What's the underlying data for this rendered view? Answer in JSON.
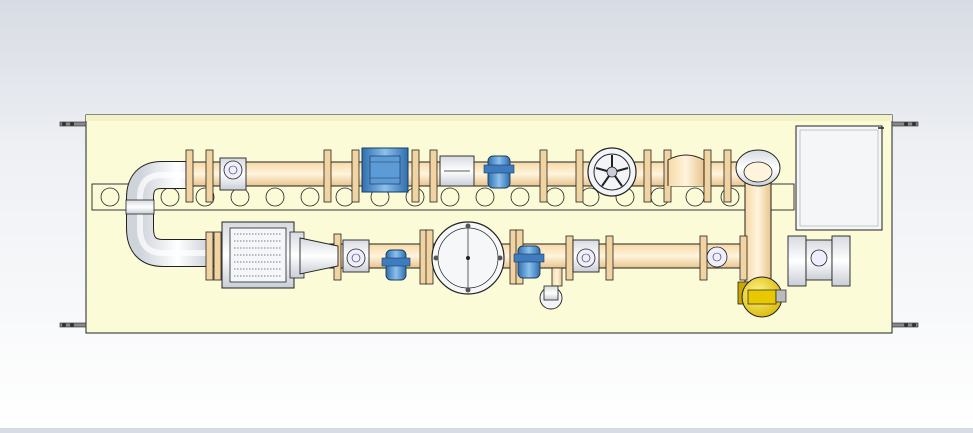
{
  "scene": {
    "background_top": "#d7dbe3",
    "background_bottom": "#ffffff",
    "skid_color": "#fbfbd8",
    "pipe_color": "#fae2b8",
    "flange_color": "#f2d4a2",
    "steel_color": "#e6e9ee",
    "instrument_color": "#4f8fcf",
    "actuator_color": "#f0d020",
    "outline_color": "#222222"
  },
  "components": {
    "upper_line": [
      "flange",
      "gate-valve",
      "flange",
      "flow-meter",
      "flange",
      "pressure-transmitter",
      "flange",
      "check-valve",
      "flange",
      "handwheel-valve",
      "flange",
      "flange"
    ],
    "lower_line": [
      "pump-motor",
      "reducer",
      "gate-valve",
      "pressure-transmitter",
      "strainer",
      "pressure-transmitter",
      "gate-valve",
      "gate-valve",
      "actuated-valve"
    ],
    "accessories": [
      "control-panel",
      "drain-valve",
      "pipe-elbow-left",
      "riser-right"
    ]
  }
}
